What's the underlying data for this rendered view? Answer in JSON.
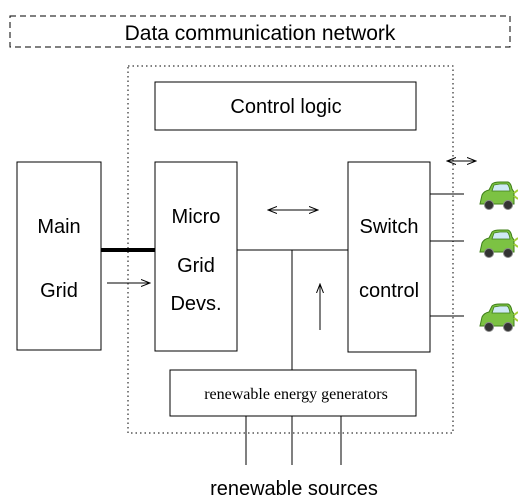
{
  "network_label": "Data communication network",
  "control_logic_label": "Control logic",
  "main_grid": {
    "line1": "Main",
    "line2": "Grid"
  },
  "micro_grid": {
    "line1": "Micro",
    "line2": "Grid",
    "line3": "Devs."
  },
  "switch_control": {
    "line1": "Switch",
    "line2": "control"
  },
  "generators_label": "renewable energy generators",
  "sources_label": "renewable sources",
  "car_count": 3,
  "colors": {
    "stroke": "#000000",
    "car_body": "#7cc243",
    "car_dark": "#3f7f1a",
    "car_window": "#cfe9f5",
    "plug": "#a6ce39"
  },
  "icons": {
    "car": "electric-car-icon",
    "arrow": "double-arrow-icon"
  }
}
